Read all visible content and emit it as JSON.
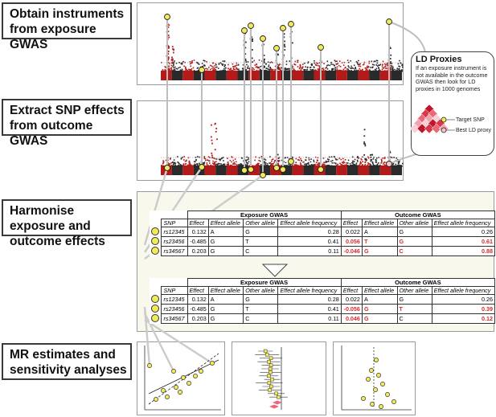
{
  "steps": {
    "s1": "Obtain instruments from exposure GWAS",
    "s2": "Extract SNP effects from outcome GWAS",
    "s3": "Harmonise exposure and outcome effects",
    "s4": "MR estimates and sensitivity analyses"
  },
  "ld_box": {
    "title": "LD Proxies",
    "text": "If an exposure instrument is not available in the outcome GWAS then look for LD proxies in 1000 genomes",
    "target_label": "Target SNP",
    "proxy_label": "Best LD proxy"
  },
  "colors": {
    "chrom_red": "#b31b1b",
    "chrom_black": "#2a2a2a",
    "highlight_yellow": "#f2ea5a",
    "proxy_pink": "#f2c8d0",
    "panel_bg": "#f8f8ec",
    "alert_red": "#d42a2a"
  },
  "table_headers": {
    "snp": "SNP",
    "exposure": "Exposure GWAS",
    "outcome": "Outcome GWAS",
    "effect": "Effect",
    "effect_allele": "Effect allele",
    "other_allele": "Other allele",
    "eaf": "Effect allele frequency"
  },
  "table_before": [
    {
      "snp": "rs12345",
      "e_eff": "0.132",
      "e_ea": "A",
      "e_oa": "G",
      "e_eaf": "0.28",
      "o_eff": "0.022",
      "o_ea": "A",
      "o_oa": "G",
      "o_eaf": "0.26",
      "flag": false
    },
    {
      "snp": "rs23456",
      "e_eff": "-0.485",
      "e_ea": "G",
      "e_oa": "T",
      "e_eaf": "0.41",
      "o_eff": "0.056",
      "o_ea": "T",
      "o_oa": "G",
      "o_eaf": "0.61",
      "flag": true
    },
    {
      "snp": "rs34567",
      "e_eff": "0.203",
      "e_ea": "G",
      "e_oa": "C",
      "e_eaf": "0.11",
      "o_eff": "-0.046",
      "o_ea": "G",
      "o_oa": "C",
      "o_eaf": "0.88",
      "flag": true
    }
  ],
  "table_after": [
    {
      "snp": "rs12345",
      "e_eff": "0.132",
      "e_ea": "A",
      "e_oa": "G",
      "e_eaf": "0.28",
      "o_eff": "0.022",
      "o_ea": "A",
      "o_oa": "G",
      "o_eaf": "0.26",
      "flag": false
    },
    {
      "snp": "rs23456",
      "e_eff": "-0.485",
      "e_ea": "G",
      "e_oa": "T",
      "e_eaf": "0.41",
      "o_eff": "-0.056",
      "o_ea": "G",
      "o_oa": "T",
      "o_eaf": "0.39",
      "flag": true
    },
    {
      "snp": "rs34567",
      "e_eff": "0.203",
      "e_ea": "G",
      "e_oa": "C",
      "e_eaf": "0.11",
      "o_eff": "0.046",
      "o_ea": "G",
      "o_oa": "C",
      "o_eaf": "0.12",
      "flag": true
    }
  ]
}
